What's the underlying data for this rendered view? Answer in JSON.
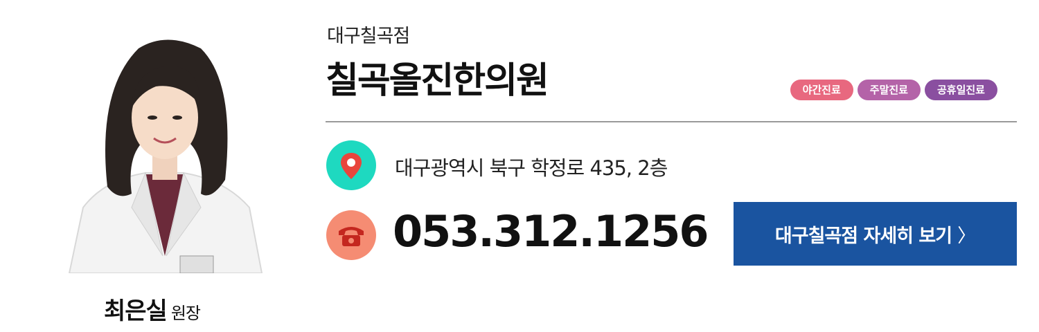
{
  "doctor": {
    "name": "최은실",
    "role": "원장"
  },
  "branch_label": "대구칠곡점",
  "clinic_name": "칠곡올진한의원",
  "badges": [
    {
      "label": "야간진료",
      "color": "#e8687f"
    },
    {
      "label": "주말진료",
      "color": "#b463a8"
    },
    {
      "label": "공휴일진료",
      "color": "#8a4fa0"
    }
  ],
  "address": "대구광역시 북구 학정로 435, 2층",
  "phone": "053.312.1256",
  "detail_button": {
    "label": "대구칠곡점 자세히 보기",
    "icon": "chevron-right-icon",
    "chevron": "〉"
  },
  "colors": {
    "address_icon_bg": "#1ed9c0",
    "phone_icon_bg": "#f58c73",
    "button_bg": "#1a54a0"
  }
}
